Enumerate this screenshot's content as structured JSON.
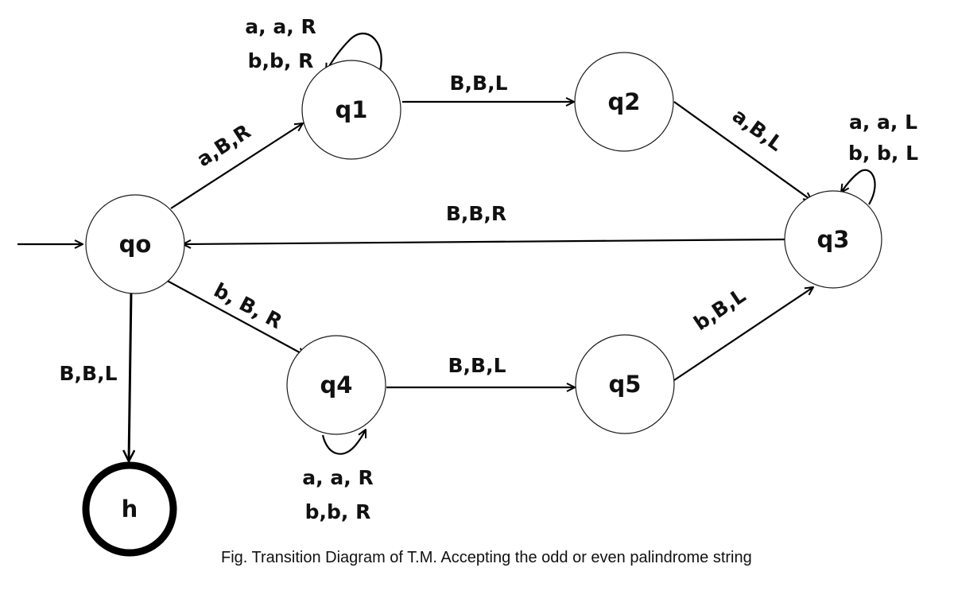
{
  "states": [
    {
      "id": "q0",
      "label": "qo",
      "final": false,
      "initial": true
    },
    {
      "id": "q1",
      "label": "q1",
      "final": false,
      "initial": false
    },
    {
      "id": "q2",
      "label": "q2",
      "final": false,
      "initial": false
    },
    {
      "id": "q3",
      "label": "q3",
      "final": false,
      "initial": false
    },
    {
      "id": "q4",
      "label": "q4",
      "final": false,
      "initial": false
    },
    {
      "id": "q5",
      "label": "q5",
      "final": false,
      "initial": false
    },
    {
      "id": "h",
      "label": "h",
      "final": true,
      "initial": false
    }
  ],
  "transitions": [
    {
      "from": "q0",
      "to": "q1",
      "label": "a,B,R"
    },
    {
      "from": "q1",
      "to": "q1",
      "lines": [
        "a, a, R",
        "b,b, R"
      ]
    },
    {
      "from": "q1",
      "to": "q2",
      "label": "B,B,L"
    },
    {
      "from": "q2",
      "to": "q3",
      "label": "a,B,L"
    },
    {
      "from": "q3",
      "to": "q3",
      "lines": [
        "a, a, L",
        "b, b, L"
      ]
    },
    {
      "from": "q3",
      "to": "q0",
      "label": "B,B,R"
    },
    {
      "from": "q0",
      "to": "q4",
      "label": "b, B, R"
    },
    {
      "from": "q4",
      "to": "q4",
      "lines": [
        "a, a, R",
        "b,b, R"
      ]
    },
    {
      "from": "q4",
      "to": "q5",
      "label": "B,B,L"
    },
    {
      "from": "q5",
      "to": "q3",
      "label": "b,B,L"
    },
    {
      "from": "q0",
      "to": "h",
      "label": "B,B,L"
    }
  ],
  "caption": "Fig. Transition Diagram of T.M. Accepting the odd or even palindrome string"
}
